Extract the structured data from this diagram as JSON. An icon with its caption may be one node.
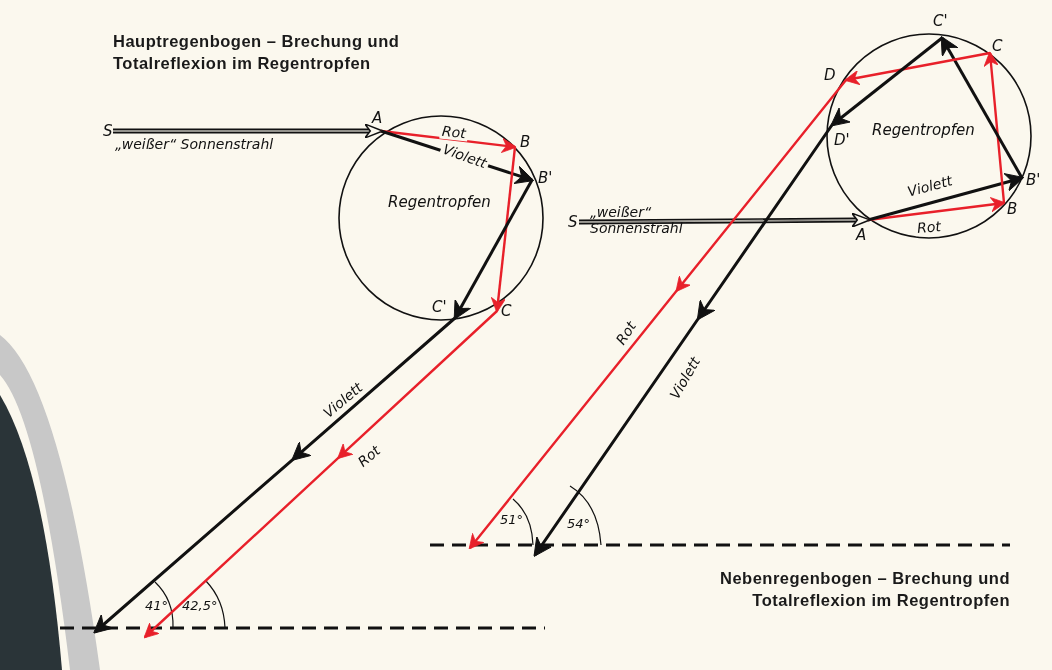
{
  "diagram": {
    "nodes": [
      {
        "text": [
          "S"
        ]
      },
      {
        "text": [
          "A"
        ]
      },
      {
        "text": [
          "B"
        ]
      },
      {
        "text": [
          "B'"
        ]
      },
      {
        "text": [
          "C'"
        ]
      },
      {
        "text": [
          "C"
        ]
      },
      {
        "text": [
          "S"
        ]
      },
      {
        "text": [
          "C'"
        ]
      },
      {
        "text": [
          "C"
        ]
      },
      {
        "text": [
          "D"
        ]
      },
      {
        "text": [
          "D'"
        ]
      },
      {
        "text": [
          "B'"
        ]
      },
      {
        "text": [
          "A"
        ]
      },
      {
        "text": [
          "B"
        ]
      }
    ],
    "edges": [
      {
        "from": 0,
        "to": 1,
        "arrow": "to",
        "label": "„weißer“ Sonnenstrahl"
      },
      {
        "from": 1,
        "to": 2,
        "arrow": "to",
        "label": "Rot",
        "color": "#e8202a"
      },
      {
        "from": 1,
        "to": 3,
        "arrow": "to",
        "label": "Violett"
      },
      {
        "from": 2,
        "to": 5,
        "arrow": "to",
        "color": "#e8202a"
      },
      {
        "from": 3,
        "to": 4,
        "arrow": "to"
      },
      {
        "from": 4,
        "to": null,
        "arrow": "to",
        "label": "Violett"
      },
      {
        "from": 5,
        "to": null,
        "arrow": "to",
        "label": "Rot",
        "color": "#e8202a"
      },
      {
        "from": 6,
        "to": 12,
        "arrow": "to",
        "label": "„weißer“ Sonnenstrahl"
      },
      {
        "from": 12,
        "to": 13,
        "arrow": "to",
        "label": "Rot",
        "color": "#e8202a"
      },
      {
        "from": 12,
        "to": 11,
        "arrow": "to",
        "label": "Violett"
      },
      {
        "from": 13,
        "to": 8,
        "arrow": "to",
        "color": "#e8202a"
      },
      {
        "from": 11,
        "to": 7,
        "arrow": "to"
      },
      {
        "from": 8,
        "to": 9,
        "arrow": "to",
        "color": "#e8202a"
      },
      {
        "from": 7,
        "to": 10,
        "arrow": "to"
      },
      {
        "from": 9,
        "to": null,
        "arrow": "to",
        "label": "Rot",
        "color": "#e8202a"
      },
      {
        "from": 10,
        "to": null,
        "arrow": "to",
        "label": "Violett"
      }
    ],
    "labels": [
      "Hauptregenbogen – Brechung und Totalreflexion im Regentropfen",
      "Regentropfen",
      "Regentropfen",
      "41°",
      "42,5°",
      "51°",
      "54°",
      "Nebenregenbogen – Brechung und Totalreflexion im Regentropfen"
    ]
  }
}
